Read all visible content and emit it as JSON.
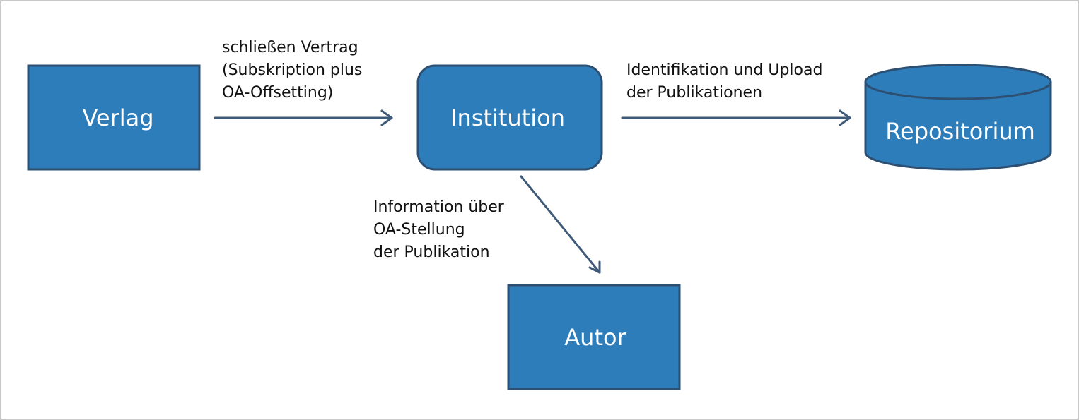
{
  "colors": {
    "node_fill": "#2e7dbb",
    "node_stroke": "#2c4f72",
    "edge": "#3f5a78"
  },
  "nodes": {
    "verlag": "Verlag",
    "institution": "Institution",
    "repositorium": "Repositorium",
    "autor": "Autor"
  },
  "edges": {
    "verlag_institution": [
      "schließen Vertrag",
      "(Subskription plus",
      "OA-Offsetting)"
    ],
    "institution_repositorium": [
      "Identifikation und Upload",
      "der Publikationen"
    ],
    "institution_autor": [
      "Information über",
      "OA-Stellung",
      "der Publikation"
    ]
  }
}
